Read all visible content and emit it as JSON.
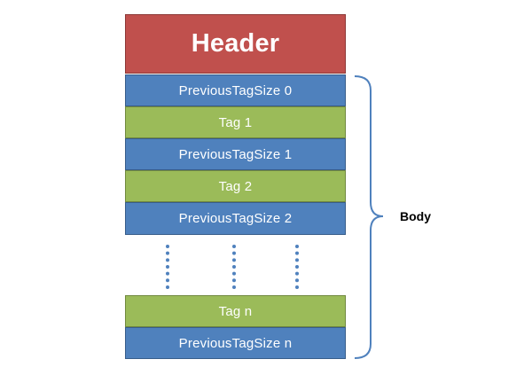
{
  "diagram": {
    "header": {
      "label": "Header",
      "color": "#c0504d"
    },
    "rows": [
      {
        "label": "PreviousTagSize 0",
        "kind": "prev"
      },
      {
        "label": "Tag 1",
        "kind": "tag"
      },
      {
        "label": "PreviousTagSize 1",
        "kind": "prev"
      },
      {
        "label": "Tag 2",
        "kind": "tag"
      },
      {
        "label": "PreviousTagSize 2",
        "kind": "prev"
      }
    ],
    "tail_rows": [
      {
        "label": "Tag n",
        "kind": "tag"
      },
      {
        "label": "PreviousTagSize n",
        "kind": "prev"
      }
    ],
    "body_label": "Body",
    "colors": {
      "prev": "#4f81bd",
      "tag": "#9bbb59",
      "header": "#c0504d",
      "brace": "#4f81bd"
    }
  }
}
